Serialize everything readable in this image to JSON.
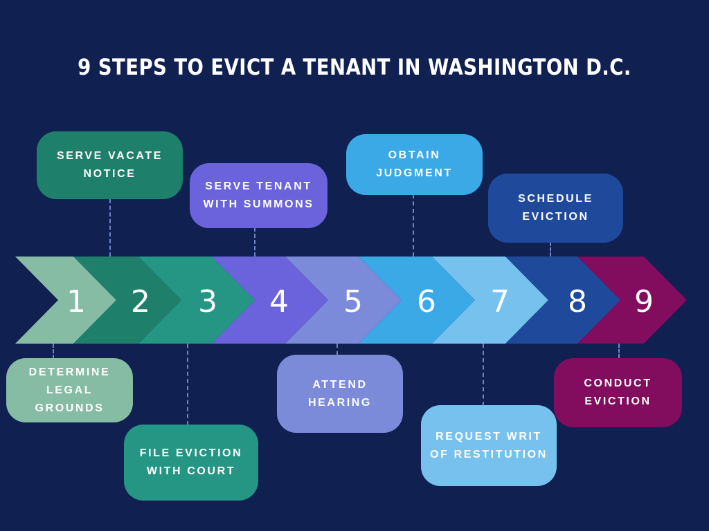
{
  "title": "9 STEPS TO EVICT A TENANT IN WASHINGTON D.C.",
  "steps": [
    {
      "number": "1",
      "label": "DETERMINE LEGAL GROUNDS",
      "color": "#86bba4"
    },
    {
      "number": "2",
      "label": "SERVE VACATE NOTICE",
      "color": "#1e7f6a"
    },
    {
      "number": "3",
      "label": "FILE EVICTION WITH COURT",
      "color": "#249683"
    },
    {
      "number": "4",
      "label": "SERVE TENANT WITH SUMMONS",
      "color": "#6a63dc"
    },
    {
      "number": "5",
      "label": "ATTEND HEARING",
      "color": "#7b8ad9"
    },
    {
      "number": "6",
      "label": "OBTAIN JUDGMENT",
      "color": "#3aa9e6"
    },
    {
      "number": "7",
      "label": "REQUEST WRIT OF RESTITUTION",
      "color": "#76c1ee"
    },
    {
      "number": "8",
      "label": "SCHEDULE EVICTION",
      "color": "#1f4a9c"
    },
    {
      "number": "9",
      "label": "CONDUCT EVICTION",
      "color": "#820c5e"
    }
  ]
}
